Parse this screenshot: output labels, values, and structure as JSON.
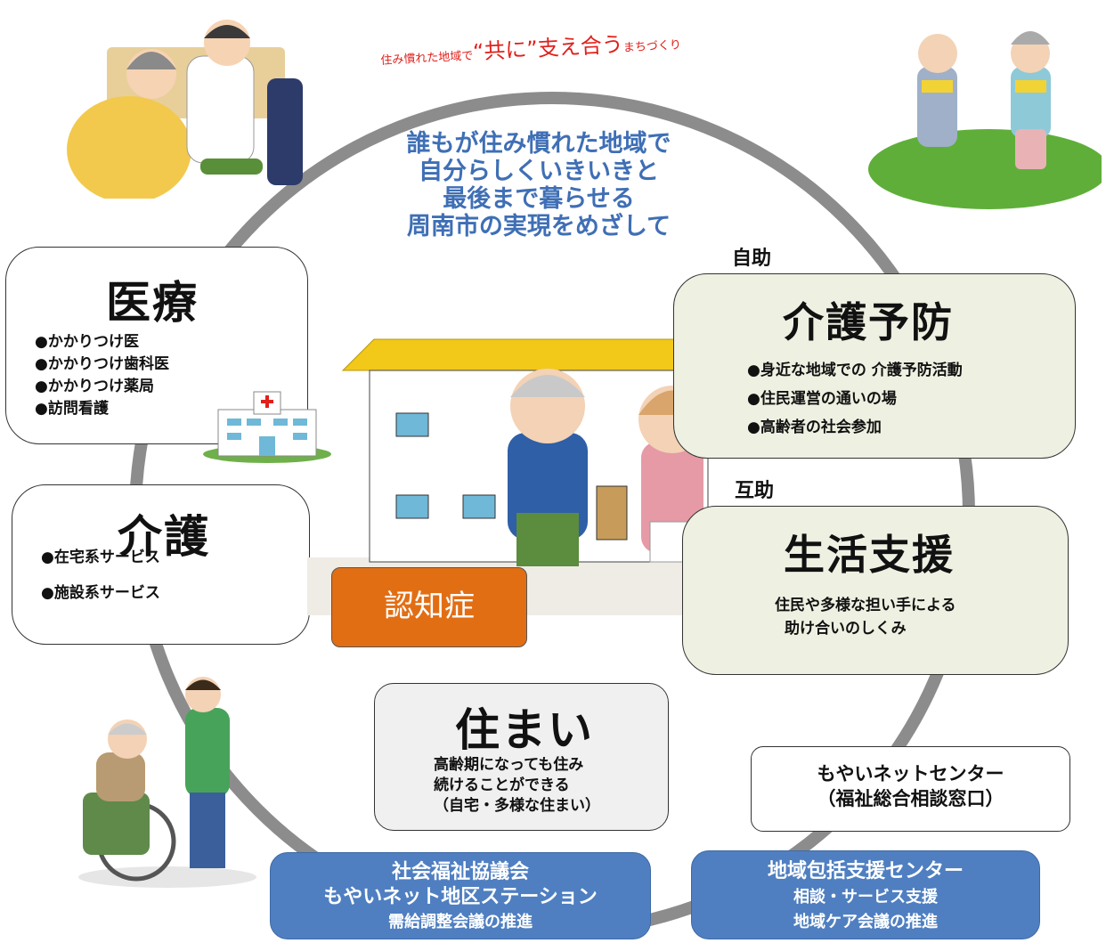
{
  "slogan": {
    "prefix": "住み慣れた地域で",
    "emphasis": "“共に”支え合う",
    "suffix": "まちづくり"
  },
  "vision": {
    "lines": [
      "誰もが住み慣れた地域で",
      "自分らしくいきいきと",
      "最後まで暮らせる",
      "周南市の実現をめざして"
    ]
  },
  "iryo": {
    "title": "医療",
    "items": [
      "●かかりつけ医",
      "●かかりつけ歯科医",
      "●かかりつけ薬局",
      "●訪問看護"
    ]
  },
  "kaigo": {
    "title": "介護",
    "items": [
      "●在宅系サービス",
      "●施設系サービス"
    ]
  },
  "ninchisho": {
    "label": "認知症"
  },
  "jijo": {
    "label": "自助"
  },
  "gojo": {
    "label": "互助"
  },
  "yobo": {
    "title": "介護予防",
    "items": [
      "●身近な地域での 介護予防活動",
      "●住民運営の通いの場",
      "●高齢者の社会参加"
    ]
  },
  "seikatsu": {
    "title": "生活支援",
    "lines": [
      "住民や多様な担い手による",
      "助け合いのしくみ"
    ]
  },
  "sumai": {
    "title": "住まい",
    "lines": [
      "高齢期になっても住み",
      "続けることができる",
      "（自宅・多様な住まい）"
    ]
  },
  "moyai_center": {
    "lines": [
      "もやいネットセンター",
      "（福祉総合相談窓口）"
    ]
  },
  "shakyo": {
    "lines": [
      "社会福祉協議会",
      "もやいネット地区ステーション",
      "需給調整会議の推進"
    ]
  },
  "houkatsu": {
    "lines": [
      "地域包括支援センター",
      "相談・サービス支援",
      "地域ケア会議の推進"
    ]
  },
  "colors": {
    "ring": "#8c8c8c",
    "vision_text": "#3f6fb5",
    "slogan_red": "#e0201b",
    "ninchisho_fill": "#e26e14",
    "green_box": "#eef1e2",
    "gray_box": "#f0f0f0",
    "blue_box": "#4f7fc1"
  }
}
